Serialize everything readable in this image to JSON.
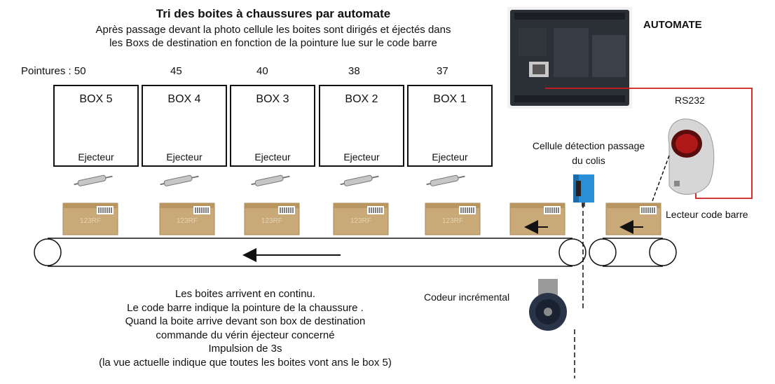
{
  "title": "Tri des boites à chaussures par automate",
  "subtitle": "Après passage devant la photo cellule les boites sont dirigés et éjectés dans\nles Boxs de destination en fonction de la pointure lue sur le code barre",
  "pointures_label": "Pointures : 50",
  "sizes": [
    "45",
    "40",
    "38",
    "37"
  ],
  "boxes": [
    {
      "label": "BOX 5",
      "ejector": "Ejecteur"
    },
    {
      "label": "BOX 4",
      "ejector": "Ejecteur"
    },
    {
      "label": "BOX 3",
      "ejector": "Ejecteur"
    },
    {
      "label": "BOX 2",
      "ejector": "Ejecteur"
    },
    {
      "label": "BOX 1",
      "ejector": "Ejecteur"
    }
  ],
  "plc_label": "AUTOMATE",
  "rs232_label": "RS232",
  "cell_label": "Cellule détection passage\ndu colis",
  "reader_label": "Lecteur code barre",
  "encoder_label": "Codeur incrémental",
  "description": "Les boites arrivent en continu.\nLe code barre indique la pointure de la chaussure .\nQuand la boite arrive devant son box de destination\ncommande du vérin éjecteur concerné\nImpulsion de 3s\n(la vue actuelle indique que toutes les boites vont ans le box 5)",
  "watermark": "123RF",
  "colors": {
    "cable": "#d11a1a",
    "cardboard": "#c9a978",
    "plc": "#2b3036",
    "sensor": "#2a8fd6"
  }
}
